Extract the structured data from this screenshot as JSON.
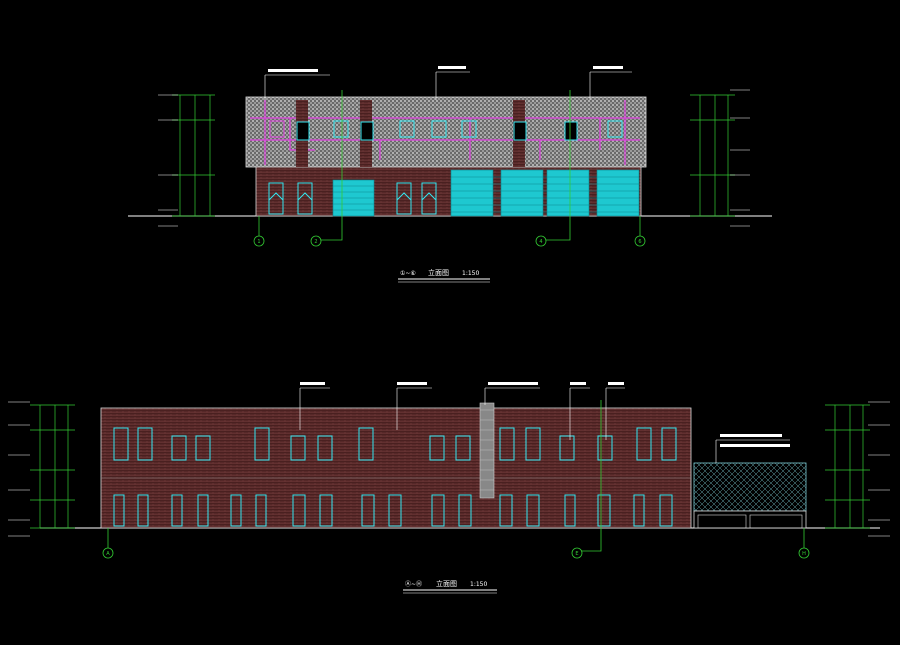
{
  "drawing": {
    "background": "#000000",
    "colors": {
      "line": "#ffffff",
      "ground": "#ffffff",
      "dim": "#33cc33",
      "opening": "#33e6f0",
      "accent": "#e040e0",
      "brick": "#5a2525",
      "text": "#ffffff"
    }
  },
  "elevation_top": {
    "title_mark": "①~⑥",
    "title": "立面图",
    "scale": "1:150",
    "axis_labels": [
      "1",
      "2",
      "4",
      "6"
    ]
  },
  "elevation_bottom": {
    "title_mark": "Ⓐ~Ⓗ",
    "title": "立面图",
    "scale": "1:150",
    "axis_labels": [
      "A",
      "E",
      "H"
    ]
  }
}
